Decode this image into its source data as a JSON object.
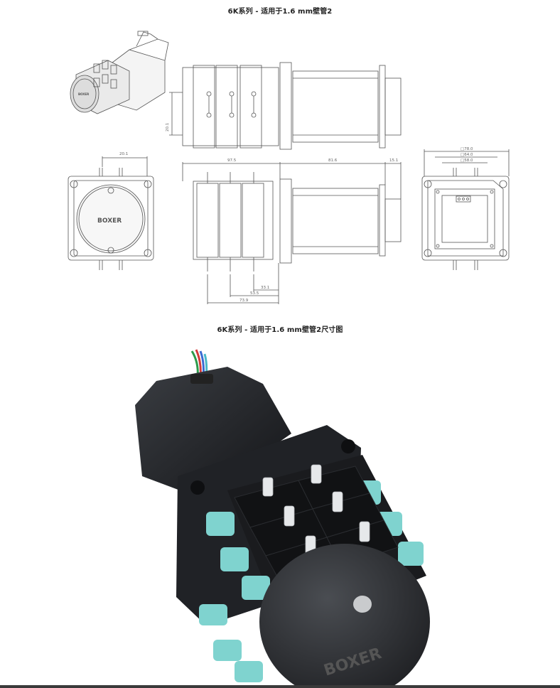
{
  "captions": {
    "drawing_title": "6K系列 - 适用于1.6 mm壁管2",
    "photo_title": "6K系列 - 适用于1.6 mm壁管2尺寸图"
  },
  "dimensions": {
    "height_side": "20.1",
    "top_width": "20.1",
    "length_head": "97.5",
    "length_motor": "81.6",
    "length_end": "15.1",
    "sq_outer": "□78.0",
    "sq_mid": "□64.0",
    "sq_inner": "□58.0",
    "spacing_1": "33.1",
    "spacing_2": "53.5",
    "spacing_3": "73.9"
  },
  "brand": {
    "logo_drawing": "BOXER",
    "logo_iso": "BOXER",
    "logo_photo": "BOXER"
  },
  "colors": {
    "accent_teal": "#7fd3cf",
    "motor_black": "#1d1f22",
    "line_gray": "#555555"
  }
}
